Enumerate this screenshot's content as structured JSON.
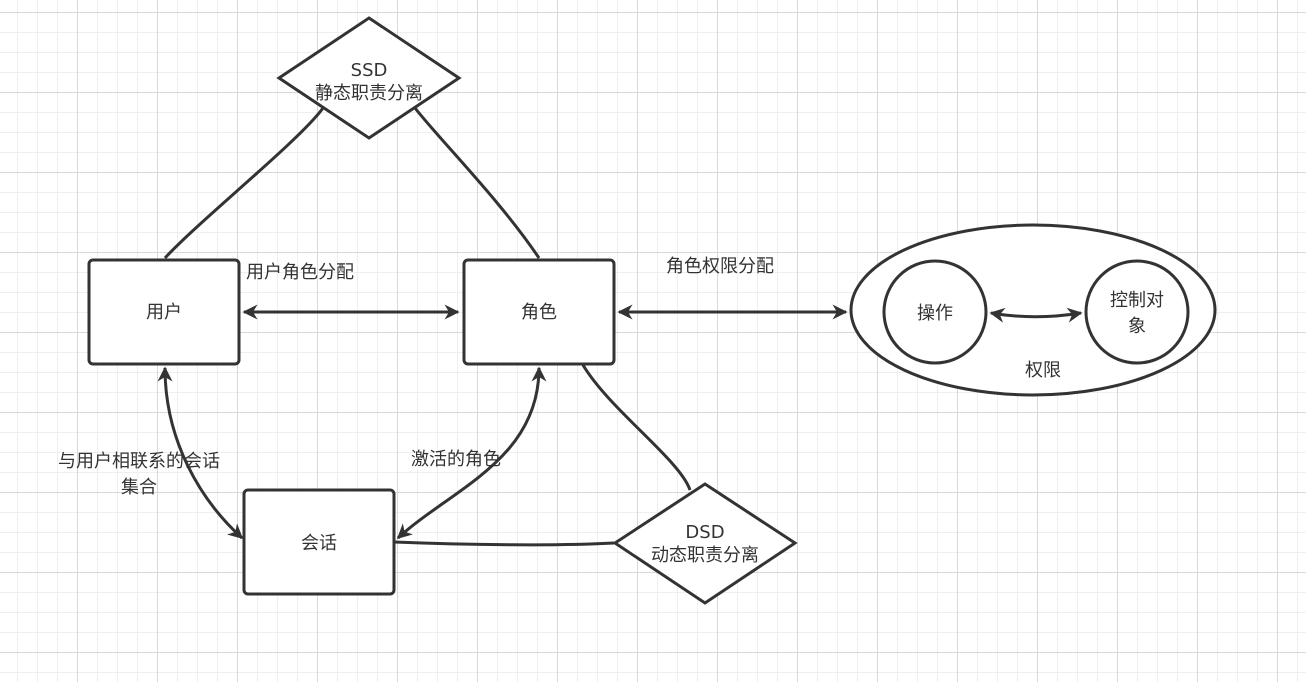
{
  "nodes": {
    "ssd": {
      "line1": "SSD",
      "line2": "静态职责分离"
    },
    "user": "用户",
    "role": "角色",
    "session": "会话",
    "dsd": {
      "line1": "DSD",
      "line2": "动态职责分离"
    },
    "operation": "操作",
    "control_object": {
      "line1": "控制对",
      "line2": "象"
    },
    "permission": "权限"
  },
  "edge_labels": {
    "user_role_assign": "用户角色分配",
    "role_permission_assign": "角色权限分配",
    "user_sessions": {
      "line1": "与用户相联系的会话",
      "line2": "集合"
    },
    "activated_roles": "激活的角色"
  }
}
